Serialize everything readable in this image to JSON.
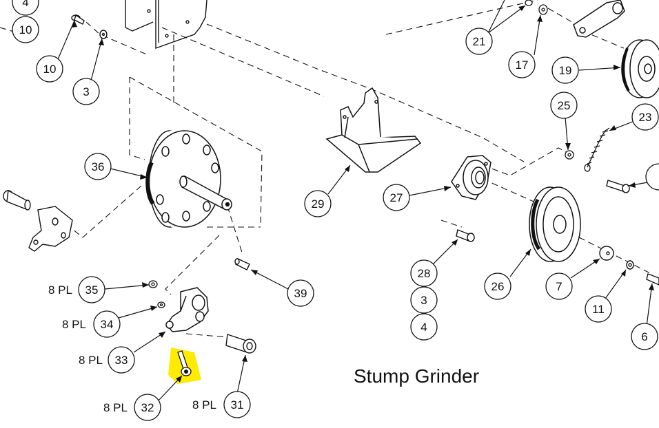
{
  "title": "Stump Grinder",
  "highlight_color": "#ffeb00",
  "line_color": "#111111",
  "callouts": [
    {
      "id": "c4a",
      "label": "4"
    },
    {
      "id": "c10a",
      "label": "10"
    },
    {
      "id": "c10b",
      "label": "10"
    },
    {
      "id": "c3a",
      "label": "3"
    },
    {
      "id": "c36",
      "label": "36"
    },
    {
      "id": "c35",
      "label": "35",
      "pl": "8 PL"
    },
    {
      "id": "c34",
      "label": "34",
      "pl": "8 PL"
    },
    {
      "id": "c33",
      "label": "33",
      "pl": "8 PL"
    },
    {
      "id": "c32",
      "label": "32",
      "pl": "8 PL"
    },
    {
      "id": "c31",
      "label": "31",
      "pl": "8 PL"
    },
    {
      "id": "c39",
      "label": "39"
    },
    {
      "id": "c29",
      "label": "29"
    },
    {
      "id": "c27",
      "label": "27"
    },
    {
      "id": "c28",
      "label": "28"
    },
    {
      "id": "c3b",
      "label": "3"
    },
    {
      "id": "c4b",
      "label": "4"
    },
    {
      "id": "c26",
      "label": "26"
    },
    {
      "id": "c7",
      "label": "7"
    },
    {
      "id": "c11",
      "label": "11"
    },
    {
      "id": "c6",
      "label": "6"
    },
    {
      "id": "c21",
      "label": "21"
    },
    {
      "id": "c17",
      "label": "17"
    },
    {
      "id": "c19",
      "label": "19"
    },
    {
      "id": "c25",
      "label": "25"
    },
    {
      "id": "c23",
      "label": "23"
    }
  ]
}
